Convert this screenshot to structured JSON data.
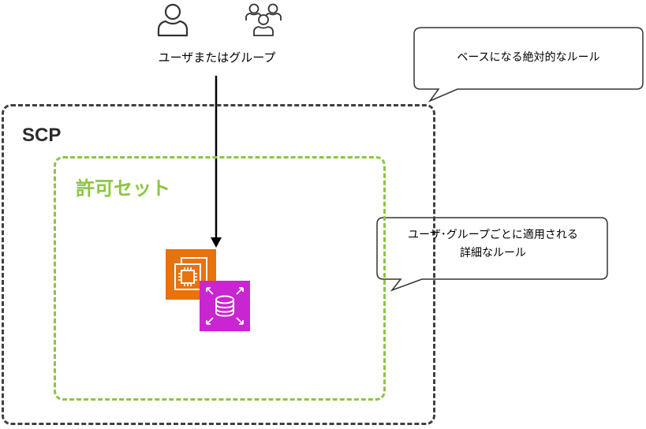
{
  "scp": {
    "label": "SCP"
  },
  "permission_set": {
    "label": "許可セット"
  },
  "principal": {
    "label": "ユーザまたはグループ",
    "icons": [
      "user-icon",
      "group-icon"
    ]
  },
  "callouts": {
    "base_rule": "ベースになる絶対的なルール",
    "detail_rule_line1": "ユーザ･グループごとに適用される",
    "detail_rule_line2": "詳細なルール"
  },
  "resources": {
    "icons": [
      "ec2-icon",
      "rds-icon"
    ]
  },
  "colors": {
    "scp_border": "#404040",
    "permission_set": "#8cc63f",
    "ec2": "#e8720c",
    "rds": "#c925d1"
  }
}
